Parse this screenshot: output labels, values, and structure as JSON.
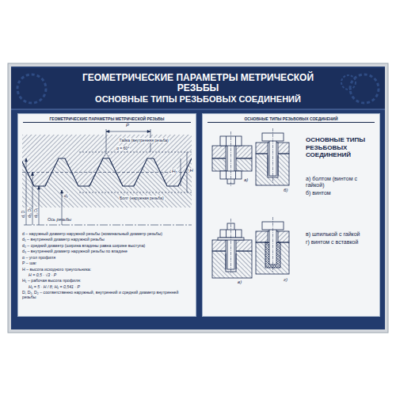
{
  "diagram": {
    "title": "ГЕОМЕТРИЧЕСКИЕ ПАРАМЕТРЫ МЕТРИЧЕСКОЙ РЕЗЬБЫ",
    "nodes": [
      {
        "text": [
          "ГЕОМЕТРИЧЕСКИЕ ПАРАМЕТРЫ МЕТРИЧЕСКОЙ РЕЗЬБЫ"
        ]
      },
      {
        "text": [
          "ОСНОВНЫЕ ТИПЫ РЕЗЬБОВЫХ СОЕДИНЕНИЙ"
        ]
      }
    ],
    "labels": [
      "ОСНОВНЫЕ ТИПЫ РЕЗЬБОВЫХ СОЕДИНЕНИЙ",
      "P",
      "Гайка (внутренняя резьба)",
      "α = 60°",
      "H",
      "H₁",
      "Болт (наружная резьба)",
      "d, D",
      "d₂, D₂",
      "d₁, D₁",
      "d₃",
      "Ось резьбы",
      "d – наружный диаметр наружной резьбы (номинальный диаметр резьбы)",
      "d₁ – внутренний диаметр наружной резьбы",
      "d₂ – средний диаметр (ширина впадины равна ширине выступа)",
      "d₃ – внутренний диаметр наружной резьбы по впадине",
      "α – угол профиля",
      "P – шаг",
      "H – высота исходного треугольника:",
      "H = 0,5 · √3 · P",
      "H₁ – рабочая высота профиля:",
      "H₁ = 5 · H / 8; H₁ = 0,541 · P",
      "D, D₁, D₂ – соответственно наружный, внутренний и средний диаметр внутренней резьбы",
      "ОСНОВНЫЕ ТИПЫ РЕЗЬБОВЫХ СОЕДИНЕНИЙ",
      "а) болтом (винтом с гайкой)",
      "б) винтом",
      "в) шпилькой с гайкой",
      "г) винтом с вставкой",
      "а)",
      "б)",
      "в)",
      "г)"
    ]
  }
}
